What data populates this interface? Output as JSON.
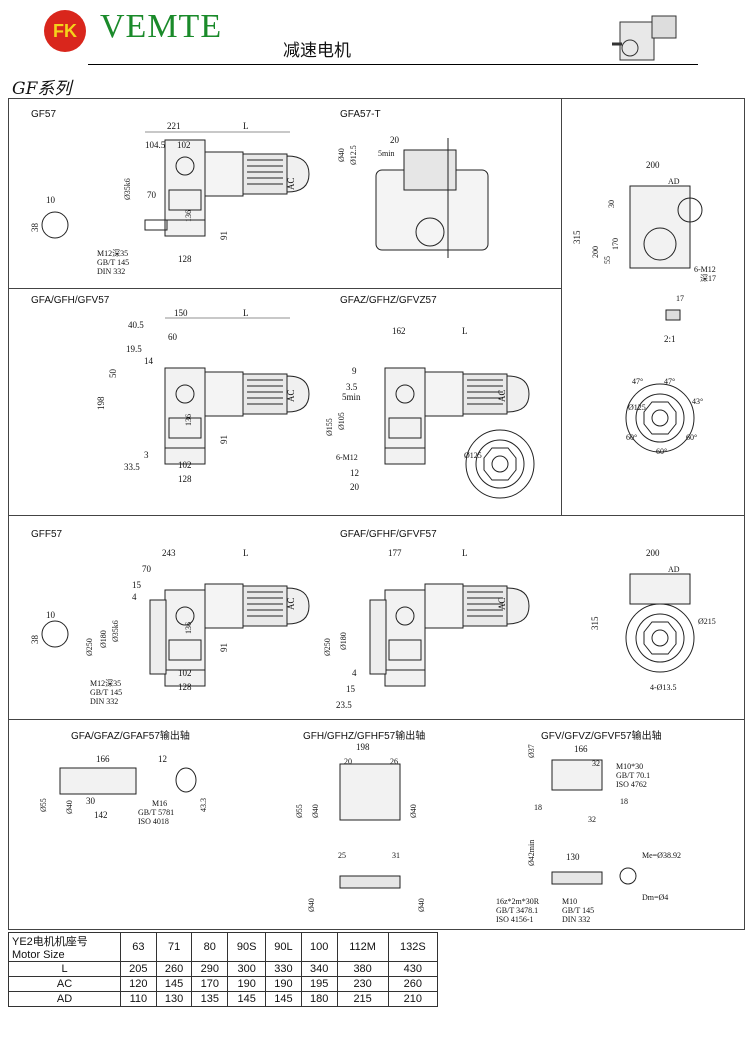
{
  "header": {
    "logo_text": "FK",
    "brand": "VEMTE",
    "subtitle": "减速电机",
    "series": "GF系列",
    "brand_color": "#1a8a2a",
    "logo_color": "#d9261c"
  },
  "panels": {
    "gf57": "GF57",
    "gfa57t": "GFA57-T",
    "gfa_gfh_gfv57": "GFA/GFH/GFV57",
    "gfaz_gfhz_gfvz57": "GFAZ/GFHZ/GFVZ57",
    "gff57": "GFF57",
    "gfaf_gfhf_gfvf57": "GFAF/GFHF/GFVF57",
    "shaft1": "GFA/GFAZ/GFAF57输出轴",
    "shaft2": "GFH/GFHZ/GFHF57输出轴",
    "shaft3": "GFV/GFVZ/GFVF57输出轴"
  },
  "dims": {
    "d221": "221",
    "L": "L",
    "d104_5": "104.5",
    "d102": "102",
    "AC": "AC",
    "AD": "AD",
    "d70": "70",
    "d35k6": "Ø35k6",
    "d136": "136",
    "d91": "91",
    "d128": "128",
    "d10": "10",
    "d38": "38",
    "m12": "M12深35",
    "gbt145": "GB/T 145",
    "din332": "DIN 332",
    "d40": "Ø40",
    "d12_5": "Ø12.5",
    "d20": "20",
    "d5min": "5min",
    "d200": "200",
    "d315": "315",
    "d30": "30",
    "d170": "170",
    "d55": "55",
    "d200b": "200",
    "m12b": "6-M12",
    "deep17": "深17",
    "d17": "17",
    "ratio": "2:1",
    "d47a": "47°",
    "d47b": "47°",
    "d125": "Ø125",
    "d43": "43°",
    "d60a": "60°",
    "d60b": "60°",
    "d60c": "60°",
    "d150": "150",
    "d40_5": "40.5",
    "d60": "60",
    "d19_5": "19.5",
    "d14": "14",
    "d50": "50",
    "d198": "198",
    "d3": "3",
    "d33_5": "33.5",
    "d162": "162",
    "d9": "9",
    "d3_5": "3.5",
    "d155": "Ø155",
    "d105": "Ø105",
    "d6m12": "6-M12",
    "d12": "12",
    "d20b": "20",
    "d243": "243",
    "d15": "15",
    "d4": "4",
    "d250": "Ø250",
    "d180": "Ø180",
    "d177": "177",
    "d215": "Ø215",
    "d4_13_5": "4-Ø13.5",
    "d23_5": "23.5",
    "d166": "166",
    "d12b": "12",
    "d55s": "Ø55",
    "d40h7": "Ø40",
    "d30s": "30",
    "d142": "142",
    "d43_3": "43.3",
    "m16": "M16",
    "gbt5781": "GB/T 5781",
    "iso4018": "ISO 4018",
    "d198b": "198",
    "d26": "26",
    "d25": "25",
    "d31": "31",
    "d40h6": "Ø40",
    "d37": "Ø37",
    "d166b": "166",
    "d32": "32",
    "d18": "18",
    "d18b": "18",
    "d42min": "Ø42min",
    "m10_30": "M10*30",
    "gbt70": "GB/T 70.1",
    "iso4762": "ISO 4762",
    "d130": "130",
    "me": "Me=Ø38.92",
    "dm": "Dm=Ø4",
    "spline": "16z*2m*30R",
    "gbt3478": "GB/T 3478.1",
    "iso4156": "ISO 4156-1",
    "m10": "M10",
    "gbt145b": "GB/T 145",
    "din332b": "DIN 332"
  },
  "table": {
    "header_label": "YE2电机机座号",
    "header_label_en": "Motor Size",
    "columns": [
      "63",
      "71",
      "80",
      "90S",
      "90L",
      "100",
      "112M",
      "132S"
    ],
    "rows": [
      {
        "label": "L",
        "values": [
          "205",
          "260",
          "290",
          "300",
          "330",
          "340",
          "380",
          "430"
        ]
      },
      {
        "label": "AC",
        "values": [
          "120",
          "145",
          "170",
          "190",
          "190",
          "195",
          "230",
          "260"
        ]
      },
      {
        "label": "AD",
        "values": [
          "110",
          "130",
          "135",
          "145",
          "145",
          "180",
          "215",
          "210"
        ]
      }
    ]
  }
}
